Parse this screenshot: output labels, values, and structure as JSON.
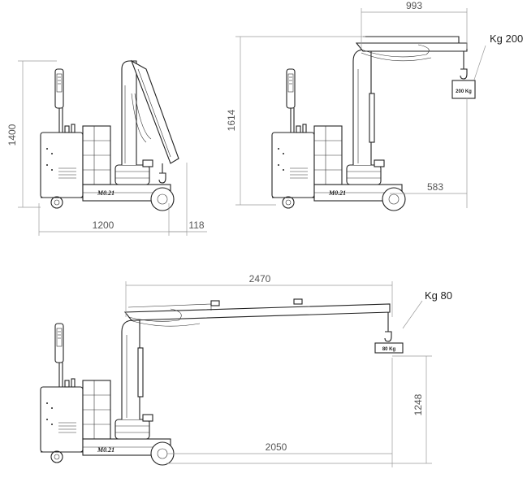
{
  "views": [
    {
      "id": "folded",
      "brand": "M0.21",
      "dims": {
        "height": "1400",
        "length": "1200",
        "overhang": "118"
      }
    },
    {
      "id": "short-boom",
      "brand": "M0.21",
      "dims": {
        "reach": "993",
        "height": "1614",
        "base": "583"
      },
      "load_label": "Kg 200",
      "weight_tag": "200 Kg"
    },
    {
      "id": "extended-boom",
      "brand": "M0.21",
      "dims": {
        "reach": "2470",
        "height": "1248",
        "base": "2050"
      },
      "load_label": "Kg 80",
      "weight_tag": "80 Kg"
    }
  ]
}
